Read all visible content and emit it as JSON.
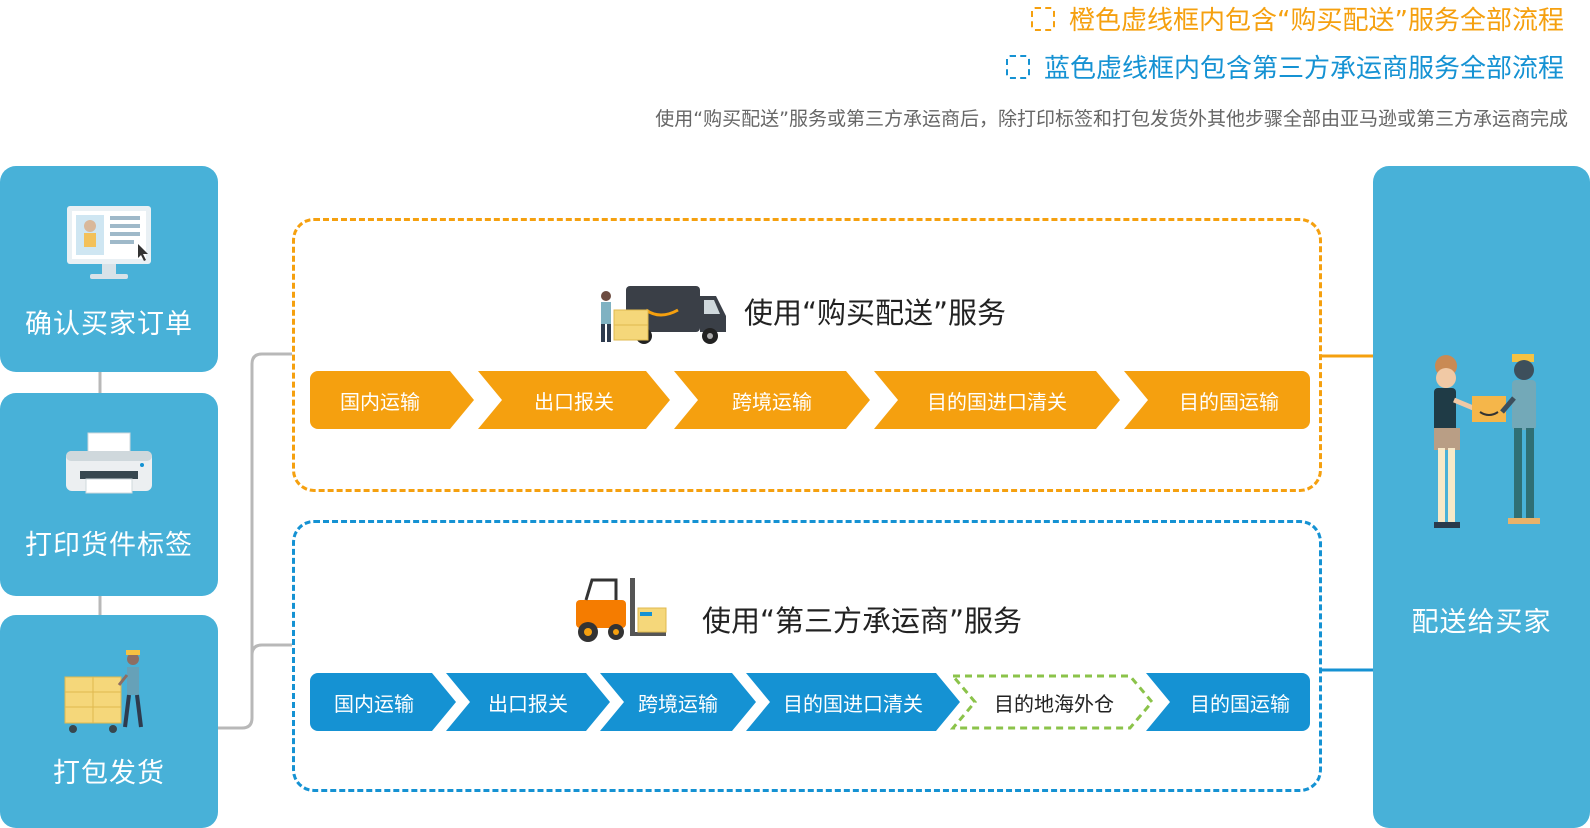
{
  "legend": {
    "orange": {
      "text": "橙色虚线框内包含“购买配送”服务全部流程",
      "color": "#f5a00f"
    },
    "blue": {
      "text": "蓝色虚线框内包含第三方承运商服务全部流程",
      "color": "#1592d3"
    }
  },
  "note": "使用“购买配送”服务或第三方承运商后，除打印标签和打包发货外其他步骤全部由亚马逊或第三方承运商完成",
  "left_steps": [
    {
      "label": "确认买家订单",
      "icon": "computer-order-icon"
    },
    {
      "label": "打印货件标签",
      "icon": "printer-icon"
    },
    {
      "label": "打包发货",
      "icon": "worker-cart-icon"
    }
  ],
  "end_step": {
    "label": "配送给买家",
    "icon": "delivery-handoff-icon"
  },
  "orange_service": {
    "title": "使用“购买配送”服务",
    "icon": "delivery-van-icon",
    "steps": [
      "国内运输",
      "出口报关",
      "跨境运输",
      "目的国进口清关",
      "目的国运输"
    ]
  },
  "blue_service": {
    "title": "使用“第三方承运商”服务",
    "icon": "forklift-icon",
    "steps": [
      "国内运输",
      "出口报关",
      "跨境运输",
      "目的国进口清关",
      "目的地海外仓",
      "目的国运输"
    ]
  },
  "colors": {
    "card": "#48b1d8",
    "orange": "#f5a00f",
    "blue": "#1592d3",
    "green_dashed": "#8bc34a",
    "connector": "#b8b8b8"
  }
}
